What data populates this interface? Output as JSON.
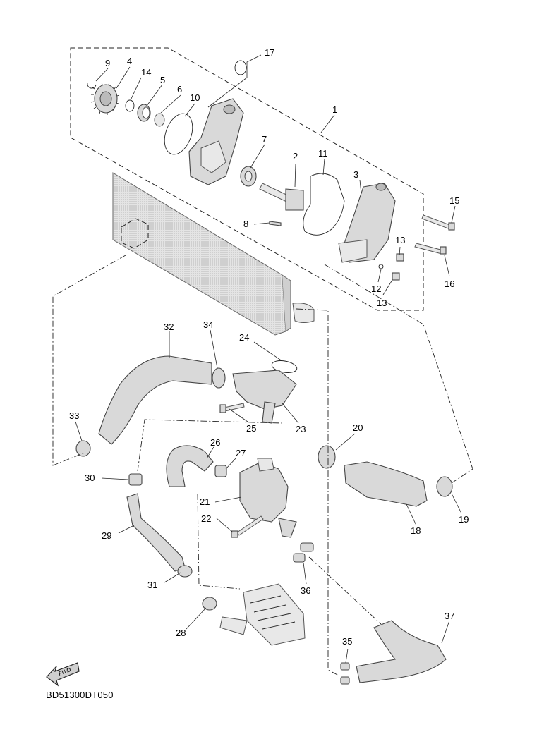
{
  "drawing_code": "BD51300DT050",
  "fwd_label": "FWD",
  "callouts": [
    "1",
    "2",
    "3",
    "4",
    "5",
    "6",
    "7",
    "8",
    "9",
    "10",
    "11",
    "12",
    "13",
    "13",
    "14",
    "15",
    "16",
    "17",
    "18",
    "19",
    "20",
    "21",
    "22",
    "23",
    "24",
    "25",
    "26",
    "27",
    "28",
    "29",
    "30",
    "31",
    "32",
    "33",
    "34",
    "35",
    "36",
    "37"
  ]
}
